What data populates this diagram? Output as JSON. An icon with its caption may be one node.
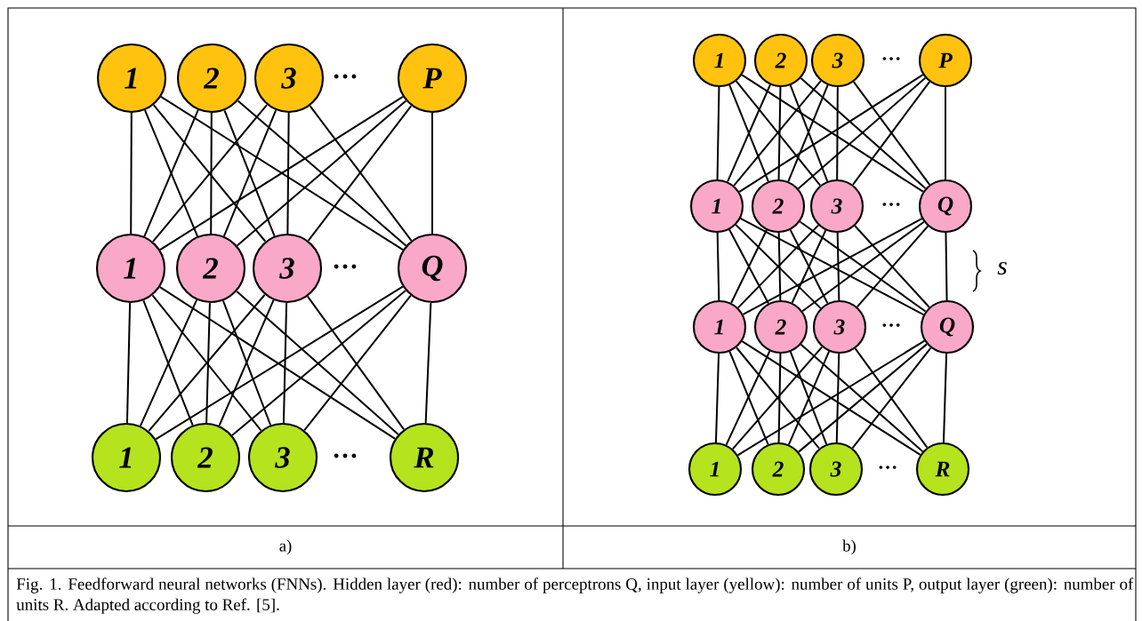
{
  "diagram": {
    "caption": "Fig. 1. Feedforward neural networks (FNNs). Hidden layer (red): number of perceptrons Q, input layer (yellow): number of units P, output layer (green): number of units R. Adapted according to Ref. [5].",
    "nodes": [
      {
        "text": [
          "1"
        ]
      },
      {
        "text": [
          "2"
        ]
      },
      {
        "text": [
          "3"
        ]
      },
      {
        "text": [
          "P"
        ]
      },
      {
        "text": [
          "1"
        ]
      },
      {
        "text": [
          "2"
        ]
      },
      {
        "text": [
          "3"
        ]
      },
      {
        "text": [
          "Q"
        ]
      },
      {
        "text": [
          "1"
        ]
      },
      {
        "text": [
          "2"
        ]
      },
      {
        "text": [
          "3"
        ]
      },
      {
        "text": [
          "R"
        ]
      },
      {
        "text": [
          "1"
        ]
      },
      {
        "text": [
          "2"
        ]
      },
      {
        "text": [
          "3"
        ]
      },
      {
        "text": [
          "P"
        ]
      },
      {
        "text": [
          "1"
        ]
      },
      {
        "text": [
          "2"
        ]
      },
      {
        "text": [
          "3"
        ]
      },
      {
        "text": [
          "Q"
        ]
      },
      {
        "text": [
          "1"
        ]
      },
      {
        "text": [
          "2"
        ]
      },
      {
        "text": [
          "3"
        ]
      },
      {
        "text": [
          "Q"
        ]
      },
      {
        "text": [
          "1"
        ]
      },
      {
        "text": [
          "2"
        ]
      },
      {
        "text": [
          "3"
        ]
      },
      {
        "text": [
          "R"
        ]
      }
    ],
    "edges": [
      {
        "from": 0,
        "to": 4,
        "arrow": "none"
      },
      {
        "from": 0,
        "to": 5,
        "arrow": "none"
      },
      {
        "from": 0,
        "to": 6,
        "arrow": "none"
      },
      {
        "from": 0,
        "to": 7,
        "arrow": "none"
      },
      {
        "from": 1,
        "to": 4,
        "arrow": "none"
      },
      {
        "from": 1,
        "to": 5,
        "arrow": "none"
      },
      {
        "from": 1,
        "to": 6,
        "arrow": "none"
      },
      {
        "from": 1,
        "to": 7,
        "arrow": "none"
      },
      {
        "from": 2,
        "to": 4,
        "arrow": "none"
      },
      {
        "from": 2,
        "to": 5,
        "arrow": "none"
      },
      {
        "from": 2,
        "to": 6,
        "arrow": "none"
      },
      {
        "from": 2,
        "to": 7,
        "arrow": "none"
      },
      {
        "from": 3,
        "to": 4,
        "arrow": "none"
      },
      {
        "from": 3,
        "to": 5,
        "arrow": "none"
      },
      {
        "from": 3,
        "to": 6,
        "arrow": "none"
      },
      {
        "from": 3,
        "to": 7,
        "arrow": "none"
      },
      {
        "from": 4,
        "to": 8,
        "arrow": "none"
      },
      {
        "from": 4,
        "to": 9,
        "arrow": "none"
      },
      {
        "from": 4,
        "to": 10,
        "arrow": "none"
      },
      {
        "from": 4,
        "to": 11,
        "arrow": "none"
      },
      {
        "from": 5,
        "to": 8,
        "arrow": "none"
      },
      {
        "from": 5,
        "to": 9,
        "arrow": "none"
      },
      {
        "from": 5,
        "to": 10,
        "arrow": "none"
      },
      {
        "from": 5,
        "to": 11,
        "arrow": "none"
      },
      {
        "from": 6,
        "to": 8,
        "arrow": "none"
      },
      {
        "from": 6,
        "to": 9,
        "arrow": "none"
      },
      {
        "from": 6,
        "to": 10,
        "arrow": "none"
      },
      {
        "from": 6,
        "to": 11,
        "arrow": "none"
      },
      {
        "from": 7,
        "to": 8,
        "arrow": "none"
      },
      {
        "from": 7,
        "to": 9,
        "arrow": "none"
      },
      {
        "from": 7,
        "to": 10,
        "arrow": "none"
      },
      {
        "from": 7,
        "to": 11,
        "arrow": "none"
      },
      {
        "from": 12,
        "to": 16,
        "arrow": "none"
      },
      {
        "from": 12,
        "to": 17,
        "arrow": "none"
      },
      {
        "from": 12,
        "to": 18,
        "arrow": "none"
      },
      {
        "from": 12,
        "to": 19,
        "arrow": "none"
      },
      {
        "from": 13,
        "to": 16,
        "arrow": "none"
      },
      {
        "from": 13,
        "to": 17,
        "arrow": "none"
      },
      {
        "from": 13,
        "to": 18,
        "arrow": "none"
      },
      {
        "from": 13,
        "to": 19,
        "arrow": "none"
      },
      {
        "from": 14,
        "to": 16,
        "arrow": "none"
      },
      {
        "from": 14,
        "to": 17,
        "arrow": "none"
      },
      {
        "from": 14,
        "to": 18,
        "arrow": "none"
      },
      {
        "from": 14,
        "to": 19,
        "arrow": "none"
      },
      {
        "from": 15,
        "to": 16,
        "arrow": "none"
      },
      {
        "from": 15,
        "to": 17,
        "arrow": "none"
      },
      {
        "from": 15,
        "to": 18,
        "arrow": "none"
      },
      {
        "from": 15,
        "to": 19,
        "arrow": "none"
      },
      {
        "from": 16,
        "to": 20,
        "arrow": "none"
      },
      {
        "from": 16,
        "to": 21,
        "arrow": "none"
      },
      {
        "from": 16,
        "to": 22,
        "arrow": "none"
      },
      {
        "from": 16,
        "to": 23,
        "arrow": "none"
      },
      {
        "from": 17,
        "to": 20,
        "arrow": "none"
      },
      {
        "from": 17,
        "to": 21,
        "arrow": "none"
      },
      {
        "from": 17,
        "to": 22,
        "arrow": "none"
      },
      {
        "from": 17,
        "to": 23,
        "arrow": "none"
      },
      {
        "from": 18,
        "to": 20,
        "arrow": "none"
      },
      {
        "from": 18,
        "to": 21,
        "arrow": "none"
      },
      {
        "from": 18,
        "to": 22,
        "arrow": "none"
      },
      {
        "from": 18,
        "to": 23,
        "arrow": "none"
      },
      {
        "from": 19,
        "to": 20,
        "arrow": "none"
      },
      {
        "from": 19,
        "to": 21,
        "arrow": "none"
      },
      {
        "from": 19,
        "to": 22,
        "arrow": "none"
      },
      {
        "from": 19,
        "to": 23,
        "arrow": "none"
      },
      {
        "from": 20,
        "to": 24,
        "arrow": "none"
      },
      {
        "from": 20,
        "to": 25,
        "arrow": "none"
      },
      {
        "from": 20,
        "to": 26,
        "arrow": "none"
      },
      {
        "from": 20,
        "to": 27,
        "arrow": "none"
      },
      {
        "from": 21,
        "to": 24,
        "arrow": "none"
      },
      {
        "from": 21,
        "to": 25,
        "arrow": "none"
      },
      {
        "from": 21,
        "to": 26,
        "arrow": "none"
      },
      {
        "from": 21,
        "to": 27,
        "arrow": "none"
      },
      {
        "from": 22,
        "to": 24,
        "arrow": "none"
      },
      {
        "from": 22,
        "to": 25,
        "arrow": "none"
      },
      {
        "from": 22,
        "to": 26,
        "arrow": "none"
      },
      {
        "from": 22,
        "to": 27,
        "arrow": "none"
      },
      {
        "from": 23,
        "to": 24,
        "arrow": "none"
      },
      {
        "from": 23,
        "to": 25,
        "arrow": "none"
      },
      {
        "from": 23,
        "to": 26,
        "arrow": "none"
      },
      {
        "from": 23,
        "to": 27,
        "arrow": "none"
      }
    ],
    "labels": [
      "…",
      "…",
      "…",
      "…",
      "…",
      "…",
      "…",
      "s",
      "a)",
      "b)"
    ]
  }
}
